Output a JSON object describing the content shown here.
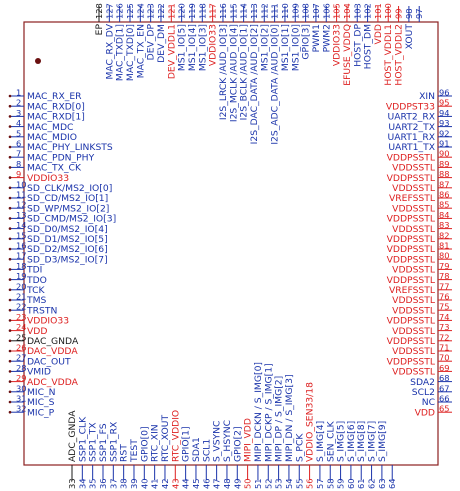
{
  "colors": {
    "outline": "#8b2020",
    "pin_black": "#1a1a1a",
    "pin_blue": "#1a33aa",
    "pin_red": "#dd2020",
    "pin1_dot": "#6a1010"
  },
  "left_pins": [
    {
      "num": "1",
      "name": "MAC_RX_ER",
      "color": "blue"
    },
    {
      "num": "2",
      "name": "MAC_RXD[0]",
      "color": "blue"
    },
    {
      "num": "3",
      "name": "MAC_RXD[1]",
      "color": "blue"
    },
    {
      "num": "4",
      "name": "MAC_MDC",
      "color": "blue"
    },
    {
      "num": "5",
      "name": "MAC_MDIO",
      "color": "blue"
    },
    {
      "num": "6",
      "name": "MAC_PHY_LINKSTS",
      "color": "blue"
    },
    {
      "num": "7",
      "name": "MAC_PDN_PHY",
      "color": "blue"
    },
    {
      "num": "8",
      "name": "MAC_TX_CK",
      "color": "blue"
    },
    {
      "num": "9",
      "name": "VDDIO33",
      "color": "red"
    },
    {
      "num": "10",
      "name": "SD_CLK/MS2_IO[0]",
      "color": "blue"
    },
    {
      "num": "11",
      "name": "SD_CD/MS2_IO[1]",
      "color": "blue"
    },
    {
      "num": "12",
      "name": "SD_WP/MS2_IO[2]",
      "color": "blue"
    },
    {
      "num": "13",
      "name": "SD_CMD/MS2_IO[3]",
      "color": "blue"
    },
    {
      "num": "14",
      "name": "SD_D0/MS2_IO[4]",
      "color": "blue"
    },
    {
      "num": "15",
      "name": "SD_D1/MS2_IO[5]",
      "color": "blue"
    },
    {
      "num": "16",
      "name": "SD_D2/MS2_IO[6]",
      "color": "blue"
    },
    {
      "num": "17",
      "name": "SD_D3/MS2_IO[7]",
      "color": "blue"
    },
    {
      "num": "18",
      "name": "TDI",
      "color": "blue"
    },
    {
      "num": "19",
      "name": "TDO",
      "color": "blue"
    },
    {
      "num": "20",
      "name": "TCK",
      "color": "blue"
    },
    {
      "num": "21",
      "name": "TMS",
      "color": "blue"
    },
    {
      "num": "22",
      "name": "TRSTN",
      "color": "blue"
    },
    {
      "num": "23",
      "name": "VDDIO33",
      "color": "red"
    },
    {
      "num": "24",
      "name": "VDD",
      "color": "red"
    },
    {
      "num": "25",
      "name": "DAC_GNDA",
      "color": "black"
    },
    {
      "num": "26",
      "name": "DAC_VDDA",
      "color": "red"
    },
    {
      "num": "27",
      "name": "DAC_OUT",
      "color": "blue"
    },
    {
      "num": "28",
      "name": "VMID",
      "color": "blue"
    },
    {
      "num": "29",
      "name": "ADC_VDDA",
      "color": "red"
    },
    {
      "num": "30",
      "name": "MIC_N",
      "color": "blue"
    },
    {
      "num": "31",
      "name": "MIC_S",
      "color": "blue"
    },
    {
      "num": "32",
      "name": "MIC_P",
      "color": "blue"
    }
  ],
  "right_pins": [
    {
      "num": "96",
      "name": "XIN",
      "color": "blue"
    },
    {
      "num": "95",
      "name": "VDDPST33",
      "color": "red"
    },
    {
      "num": "94",
      "name": "UART2_RX",
      "color": "blue"
    },
    {
      "num": "93",
      "name": "UART2_TX",
      "color": "blue"
    },
    {
      "num": "92",
      "name": "UART1_RX",
      "color": "blue"
    },
    {
      "num": "91",
      "name": "UART1_TX",
      "color": "blue"
    },
    {
      "num": "90",
      "name": "VDDPSSTL",
      "color": "red"
    },
    {
      "num": "89",
      "name": "VDDSSTL",
      "color": "red"
    },
    {
      "num": "88",
      "name": "VDDPSSTL",
      "color": "red"
    },
    {
      "num": "87",
      "name": "VDDSSTL",
      "color": "red"
    },
    {
      "num": "86",
      "name": "VREFSSTL",
      "color": "red"
    },
    {
      "num": "85",
      "name": "VDDSSTL",
      "color": "red"
    },
    {
      "num": "84",
      "name": "VDDPSSTL",
      "color": "red"
    },
    {
      "num": "83",
      "name": "VDDSSTL",
      "color": "red"
    },
    {
      "num": "82",
      "name": "VDDPSSTL",
      "color": "red"
    },
    {
      "num": "81",
      "name": "VDDPSSTL",
      "color": "red"
    },
    {
      "num": "80",
      "name": "VDDPSSTL",
      "color": "red"
    },
    {
      "num": "79",
      "name": "VDDSSTL",
      "color": "red"
    },
    {
      "num": "78",
      "name": "VDDPSSTL",
      "color": "red"
    },
    {
      "num": "77",
      "name": "VREFSSTL",
      "color": "red"
    },
    {
      "num": "76",
      "name": "VDDSSTL",
      "color": "red"
    },
    {
      "num": "75",
      "name": "VDDSSTL",
      "color": "red"
    },
    {
      "num": "74",
      "name": "VDDPSSTL",
      "color": "red"
    },
    {
      "num": "73",
      "name": "VDDSSTL",
      "color": "red"
    },
    {
      "num": "72",
      "name": "VDDPSSTL",
      "color": "red"
    },
    {
      "num": "71",
      "name": "VDDSSTL",
      "color": "red"
    },
    {
      "num": "70",
      "name": "VDDPSSTL",
      "color": "red"
    },
    {
      "num": "69",
      "name": "VDDSSTL",
      "color": "red"
    },
    {
      "num": "68",
      "name": "SDA2",
      "color": "blue"
    },
    {
      "num": "67",
      "name": "SCL2",
      "color": "blue"
    },
    {
      "num": "66",
      "name": "NC",
      "color": "blue"
    },
    {
      "num": "65",
      "name": "VDD",
      "color": "red"
    }
  ],
  "top_pins": [
    {
      "num": "128",
      "name": "EP",
      "color": "black"
    },
    {
      "num": "127",
      "name": "MAC_RX_DV",
      "color": "blue"
    },
    {
      "num": "126",
      "name": "MAC_TXD[1]",
      "color": "blue"
    },
    {
      "num": "125",
      "name": "MAC_TXD[0]",
      "color": "blue"
    },
    {
      "num": "124",
      "name": "MAC_TX_EN",
      "color": "blue"
    },
    {
      "num": "123",
      "name": "DEV_DP",
      "color": "blue"
    },
    {
      "num": "122",
      "name": "DEV_DM",
      "color": "blue"
    },
    {
      "num": "121",
      "name": "DEV_VDDL1",
      "color": "red"
    },
    {
      "num": "120",
      "name": "MS1_IO[5]",
      "color": "blue"
    },
    {
      "num": "119",
      "name": "MS1_IO[4]",
      "color": "blue"
    },
    {
      "num": "118",
      "name": "MS1_IO[3]",
      "color": "blue"
    },
    {
      "num": "117",
      "name": "VDDIO33",
      "color": "red"
    },
    {
      "num": "116",
      "name": "I2S_LRCK /AUD_IO[3]",
      "color": "blue"
    },
    {
      "num": "115",
      "name": "I2S_MCLK /AUD_IO[4]",
      "color": "blue"
    },
    {
      "num": "114",
      "name": "I2S_BCLK /AUD_IO[1]",
      "color": "blue"
    },
    {
      "num": "113",
      "name": "I2S_DAC_DATA /AUD_IO[2]",
      "color": "blue"
    },
    {
      "num": "112",
      "name": "MS1_IO[2]",
      "color": "blue"
    },
    {
      "num": "111",
      "name": "I2S_ADC_DATA /AUD_IO[0]",
      "color": "blue"
    },
    {
      "num": "110",
      "name": "MS1_IO[1]",
      "color": "blue"
    },
    {
      "num": "109",
      "name": "MS1_IO[0]",
      "color": "blue"
    },
    {
      "num": "108",
      "name": "GPIO[3]",
      "color": "blue"
    },
    {
      "num": "107",
      "name": "PWM1",
      "color": "blue"
    },
    {
      "num": "106",
      "name": "PWM2",
      "color": "blue"
    },
    {
      "num": "105",
      "name": "VDDIO33",
      "color": "red"
    },
    {
      "num": "104",
      "name": "EFUSE_VDDQ",
      "color": "red"
    },
    {
      "num": "103",
      "name": "HOST_DP",
      "color": "blue"
    },
    {
      "num": "102",
      "name": "HOST_DM",
      "color": "blue"
    },
    {
      "num": "101",
      "name": "VDD",
      "color": "red"
    },
    {
      "num": "100",
      "name": "HOST_VDDL1",
      "color": "red"
    },
    {
      "num": "99",
      "name": "HOST_VDDL2",
      "color": "red"
    },
    {
      "num": "98",
      "name": "XOUT",
      "color": "blue"
    },
    {
      "num": "97",
      "name": "",
      "color": "blue"
    }
  ],
  "bottom_pins": [
    {
      "num": "33",
      "name": "ADC_GNDA",
      "color": "black"
    },
    {
      "num": "34",
      "name": "SSP1_CLK",
      "color": "blue"
    },
    {
      "num": "35",
      "name": "SSP1_TX",
      "color": "blue"
    },
    {
      "num": "36",
      "name": "SSP1_FS",
      "color": "blue"
    },
    {
      "num": "37",
      "name": "SSP1_RX",
      "color": "blue"
    },
    {
      "num": "38",
      "name": "RST",
      "color": "blue"
    },
    {
      "num": "39",
      "name": "TEST",
      "color": "blue"
    },
    {
      "num": "40",
      "name": "GPIO[0]",
      "color": "blue"
    },
    {
      "num": "41",
      "name": "RTC_XIN",
      "color": "blue"
    },
    {
      "num": "42",
      "name": "RTC_XOUT",
      "color": "blue"
    },
    {
      "num": "43",
      "name": "RTC_VDDIO",
      "color": "red"
    },
    {
      "num": "44",
      "name": "GPIO[1]",
      "color": "blue"
    },
    {
      "num": "45",
      "name": "SDA1",
      "color": "blue"
    },
    {
      "num": "46",
      "name": "SCL1",
      "color": "blue"
    },
    {
      "num": "47",
      "name": "S_VSYNC",
      "color": "blue"
    },
    {
      "num": "48",
      "name": "S_HSYNC",
      "color": "blue"
    },
    {
      "num": "49",
      "name": "GPIO[2]",
      "color": "blue"
    },
    {
      "num": "50",
      "name": "MIPI_VDD",
      "color": "red"
    },
    {
      "num": "51",
      "name": "MIPI_DCKN / S_IMG[0]",
      "color": "blue"
    },
    {
      "num": "52",
      "name": "MIPI_DCKP / S_IMG[1]",
      "color": "blue"
    },
    {
      "num": "53",
      "name": "MIPI_DP / S_IMG[2]",
      "color": "blue"
    },
    {
      "num": "54",
      "name": "MIPI_DN / S_IMG[3]",
      "color": "blue"
    },
    {
      "num": "55",
      "name": "S_PCK",
      "color": "blue"
    },
    {
      "num": "56",
      "name": "VDDIO_SEN33/18",
      "color": "red"
    },
    {
      "num": "57",
      "name": "S_IMG[4]",
      "color": "blue"
    },
    {
      "num": "58",
      "name": "SEN_CLK",
      "color": "blue"
    },
    {
      "num": "59",
      "name": "S_IMG[5]",
      "color": "blue"
    },
    {
      "num": "60",
      "name": "S_IMG[6]",
      "color": "blue"
    },
    {
      "num": "61",
      "name": "S_IMG[8]",
      "color": "blue"
    },
    {
      "num": "62",
      "name": "S_IMG[7]",
      "color": "blue"
    },
    {
      "num": "63",
      "name": "S_IMG[9]",
      "color": "blue"
    },
    {
      "num": "64",
      "name": "",
      "color": "blue"
    }
  ]
}
